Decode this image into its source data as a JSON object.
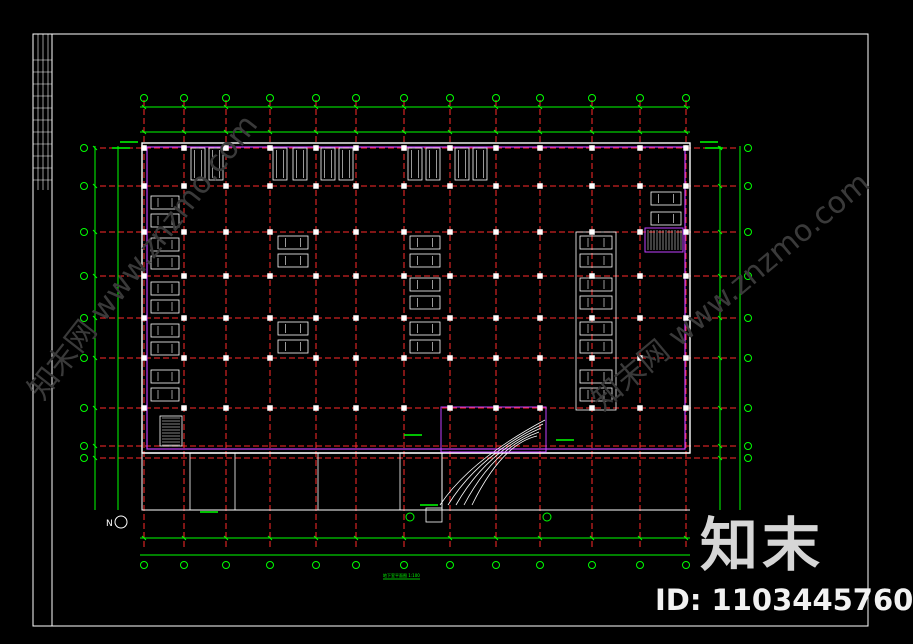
{
  "drawing": {
    "plan_title": "地下室平面图 1:100",
    "north_mark": "N",
    "colors": {
      "frame": "#ffffff",
      "dimension": "#00ff00",
      "axis": "#ff2a2a",
      "wall": "#c040ff",
      "column": "#ffffff",
      "car": "#ffffff",
      "text_green": "#00ff00"
    }
  },
  "watermark": {
    "brand": "知末",
    "id_label": "ID: 1103445760",
    "diagonal_texts": [
      "知末网 www.znzmo.com",
      "知末网 www.znzmo.com"
    ]
  }
}
